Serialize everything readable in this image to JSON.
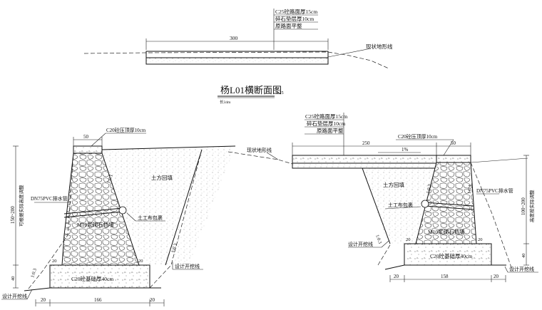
{
  "top_section": {
    "layer_1": "C25砼路面厚15cm",
    "layer_2": "碎石垫层厚10cm",
    "layer_3": "原路面平整",
    "width": "300",
    "terrain_label": "现状地形线"
  },
  "title": {
    "main": "杨L01横断面图",
    "scale": "1:25",
    "sub": "长34m"
  },
  "left_section": {
    "cap_label": "C20砼压顶厚10cm",
    "cap_width": "50",
    "backfill": "土方回填",
    "drain_pipe": "DN75PVC排水管",
    "geotextile": "土工布包裹",
    "wall": "M10浆砌石挡墙",
    "footing": "C20砼基础厚40cm",
    "slope_1": "1:0.1",
    "slope_2": "1:0.3",
    "slope_3": "1:0.3",
    "step_1": "20",
    "step_2": "20",
    "height_range": "150~200",
    "height_note": "可根据实际高度调整",
    "footing_h": "40",
    "cut_line_1": "设计开挖线",
    "cut_line_2": "设计开挖线",
    "dim_left": "20",
    "dim_mid": "166",
    "dim_right": "20"
  },
  "right_section": {
    "layer_1": "C25砼路面厚15cm",
    "layer_2": "碎石垫层厚10cm",
    "layer_3": "原路面平整",
    "cap_label": "C20砼压顶厚10cm",
    "road_width": "250",
    "cap_width": "50",
    "slope_pct": "1%",
    "terrain_label": "现状地形线",
    "backfill": "土方回填",
    "drain_pipe": "DN75PVC排水管",
    "geotextile": "土工布包裹",
    "wall": "M10浆砌石挡墙",
    "footing": "C20砼基础厚40cm",
    "slope_a": "1:0.3",
    "slope_b": "1:0.1",
    "slope_c": "1:0.3",
    "step_1": "20",
    "step_2": "20",
    "height_range": "100~200",
    "height_note": "高度按实际调整",
    "footing_h": "40",
    "cut_line_1": "设计开挖线",
    "cut_line_2": "设计开挖线",
    "dim_left": "20",
    "dim_mid": "158",
    "dim_right": "20"
  }
}
